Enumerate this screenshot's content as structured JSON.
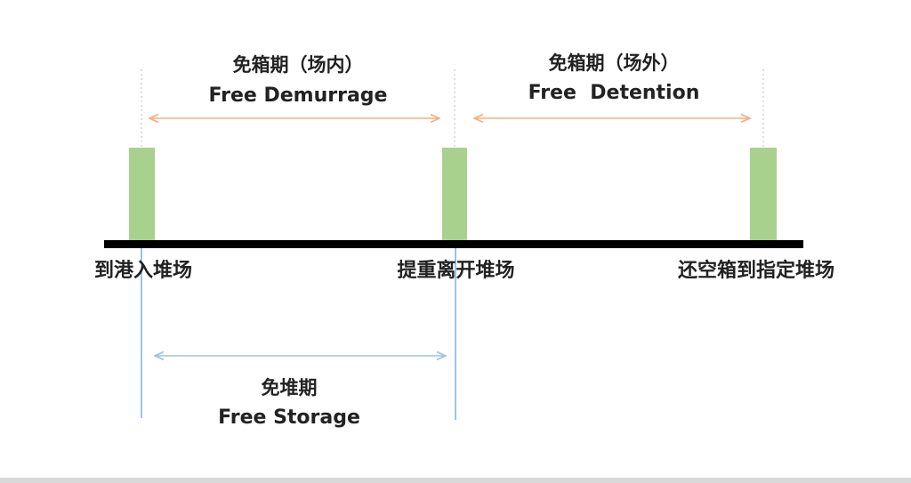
{
  "stages": [
    {
      "label": "到港入堆场"
    },
    {
      "label": "提重离开堆场"
    },
    {
      "label": "还空箱到指定堆场"
    }
  ],
  "periods": {
    "demurrage": {
      "cn": "免箱期（场内）",
      "en": "Free Demurrage"
    },
    "detention": {
      "cn": "免箱期（场外）",
      "en": "Free  Detention"
    },
    "storage": {
      "cn": "免堆期",
      "en": "Free Storage"
    }
  },
  "colors": {
    "bar": "#a9d18e",
    "timeline": "#000000",
    "orange_arrow": "#f4b183",
    "blue_arrow": "#9dc3e6",
    "blue_guide": "#5b9bd5",
    "dashed_guide": "#bfbfbf"
  }
}
